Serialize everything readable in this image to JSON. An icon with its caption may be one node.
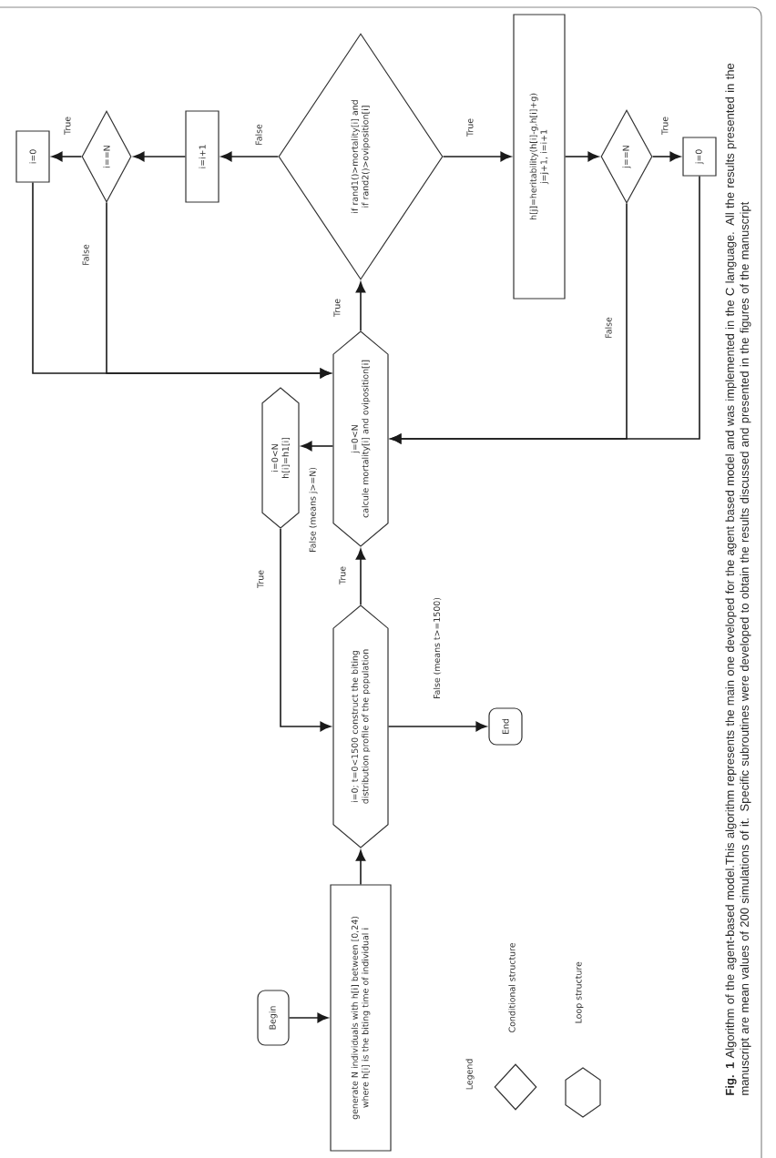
{
  "diagram": {
    "caption": "**Fig. 1** Algorithm of the agent-based model.This algorithm represents the main one developed for the agent based model and was implemented in the C language. All the results presented in the manuscript are mean values of 200 simulations of it. Specific subroutines were developed to obtain the results discussed and presented in the figures of the manuscript",
    "nodes": [
      {
        "text": [
          "Begin"
        ]
      },
      {
        "text": [
          "generate N individuals with h[i] between [0,24) where h[i] is the biting time of individual i"
        ]
      },
      {
        "text": [
          "i=0; t=0<1500 construct the biting distribution profile of the population"
        ]
      },
      {
        "text": [
          "j=0<N",
          "calcule mortality[i] and oviposition[i]"
        ]
      },
      {
        "text": [
          "i=0<N",
          "h[i]=h1[i]"
        ]
      },
      {
        "text": [
          "End"
        ]
      },
      {
        "text": [
          "if rand1()>mortality[i] and if rand2()>oviposition[i]"
        ]
      },
      {
        "text": [
          "i=i+1"
        ]
      },
      {
        "text": [
          "i==N"
        ]
      },
      {
        "text": [
          "i=0"
        ]
      },
      {
        "text": [
          "h[j]=heritability(h[i]-g,h[i]+g)",
          "j=j+1, i=i+1"
        ]
      },
      {
        "text": [
          "j==N"
        ]
      },
      {
        "text": [
          "j=0"
        ]
      }
    ],
    "edges": [
      {
        "from": 0,
        "to": 1,
        "arrow": "to"
      },
      {
        "from": 1,
        "to": 2,
        "arrow": "to"
      },
      {
        "from": 2,
        "to": 3,
        "label": "True",
        "arrow": "to"
      },
      {
        "from": 3,
        "to": 6,
        "label": "True",
        "arrow": "to"
      },
      {
        "from": 6,
        "to": 7,
        "label": "False",
        "arrow": "to"
      },
      {
        "from": 7,
        "to": 8,
        "arrow": "to"
      },
      {
        "from": 8,
        "to": 9,
        "label": "True",
        "arrow": "to"
      },
      {
        "from": 8,
        "to": 3,
        "label": "False",
        "arrow": "to"
      },
      {
        "from": 9,
        "to": 3,
        "arrow": "to"
      },
      {
        "from": 6,
        "to": 10,
        "label": "True",
        "arrow": "to"
      },
      {
        "from": 10,
        "to": 11,
        "arrow": "to"
      },
      {
        "from": 11,
        "to": 12,
        "label": "True",
        "arrow": "to"
      },
      {
        "from": 11,
        "to": 3,
        "label": "False",
        "arrow": "to"
      },
      {
        "from": 12,
        "to": 3,
        "arrow": "to"
      },
      {
        "from": 3,
        "to": 4,
        "label": "False (means j>=N)",
        "arrow": "to"
      },
      {
        "from": 4,
        "to": 2,
        "label": "True",
        "arrow": "to"
      },
      {
        "from": 2,
        "to": 5,
        "label": "False (means t>=1500)",
        "arrow": "to"
      }
    ],
    "labels": [
      "Legend"
    ],
    "legend": [
      {
        "text": "Conditional structure"
      },
      {
        "text": "Loop structure"
      }
    ]
  }
}
